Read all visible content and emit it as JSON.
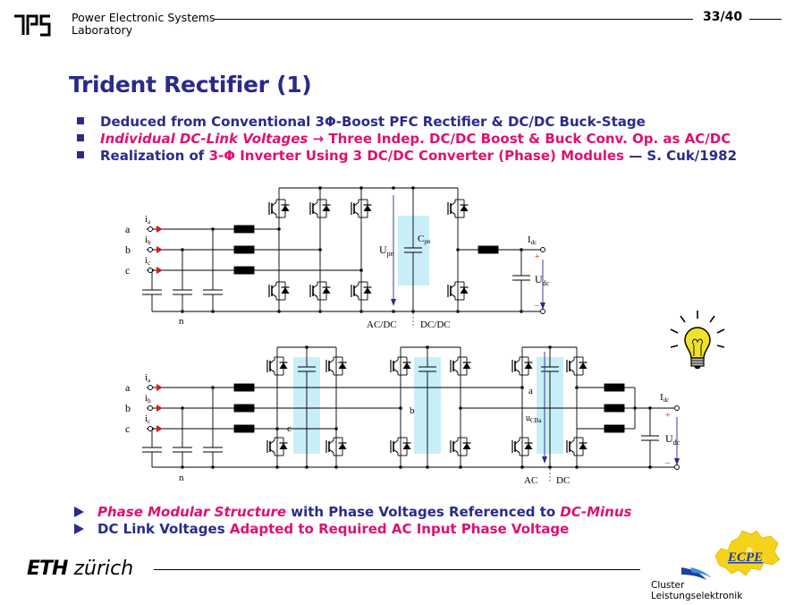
{
  "header": {
    "lab_line1": "Power Electronic Systems",
    "lab_line2": "Laboratory",
    "page": "33/40"
  },
  "title": "Trident Rectifier (1)",
  "bullets": [
    {
      "parts": [
        {
          "t": "Deduced from Conventional 3Φ-Boost PFC Rectifier & DC/DC Buck-Stage",
          "c": "navy"
        }
      ]
    },
    {
      "parts": [
        {
          "t": "Individual DC-Link Voltages",
          "c": "mag",
          "i": true
        },
        {
          "t": " → ",
          "c": "mag"
        },
        {
          "t": "Three Indep. DC/DC Boost & Buck Conv. Op. as AC/DC",
          "c": "mag"
        }
      ]
    },
    {
      "parts": [
        {
          "t": "Realization of ",
          "c": "navy"
        },
        {
          "t": "3-Φ Inverter Using 3 DC/DC Converter (Phase) Modules",
          "c": "mag"
        },
        {
          "t": " — S. Cuk/1982",
          "c": "navy"
        }
      ]
    }
  ],
  "circuit1": {
    "phases": [
      "a",
      "b",
      "c"
    ],
    "currents": [
      "i",
      "i",
      "i"
    ],
    "current_subs": [
      "a",
      "b",
      "c"
    ],
    "neutral": "n",
    "upn": "U",
    "upn_sub": "pn",
    "cpn": "C",
    "cpn_sub": "pn",
    "idc": "I",
    "idc_sub": "dc",
    "udc": "U",
    "udc_sub": "dc",
    "plus": "+",
    "minus": "–",
    "acdc": "AC/DC",
    "dcdc": "DC/DC"
  },
  "circuit2": {
    "phases": [
      "a",
      "b",
      "c"
    ],
    "currents": [
      "i",
      "i",
      "i"
    ],
    "current_subs": [
      "a",
      "b",
      "c"
    ],
    "neutral": "n",
    "node_a": "a",
    "node_b": "b",
    "node_c": "c",
    "ucba": "u",
    "ucba_sub": "CBa",
    "idc": "I",
    "idc_sub": "dc",
    "udc": "U",
    "udc_sub": "dc",
    "plus": "+",
    "minus": "–",
    "ac": "AC",
    "dc": "DC"
  },
  "bottom_bullets": [
    {
      "parts": [
        {
          "t": "Phase Modular Structure",
          "c": "mag",
          "i": true
        },
        {
          "t": " with Phase Voltages Referenced to ",
          "c": "navy"
        },
        {
          "t": "DC-Minus",
          "c": "mag",
          "i": true
        }
      ]
    },
    {
      "parts": [
        {
          "t": "DC Link Voltages ",
          "c": "navy"
        },
        {
          "t": "Adapted to Required AC Input Phase Voltage",
          "c": "mag"
        }
      ]
    }
  ],
  "footer": {
    "eth_bold": "ETH",
    "eth_light": "zürich",
    "cluster_line1": "Cluster",
    "cluster_line2": "Leistungselektronik",
    "ecpe": "ECPE"
  },
  "colors": {
    "navy": "#2a2a8c",
    "magenta": "#e01070",
    "dc_link_highlight": "#c8eef8",
    "bulb": "#f2e12a"
  }
}
